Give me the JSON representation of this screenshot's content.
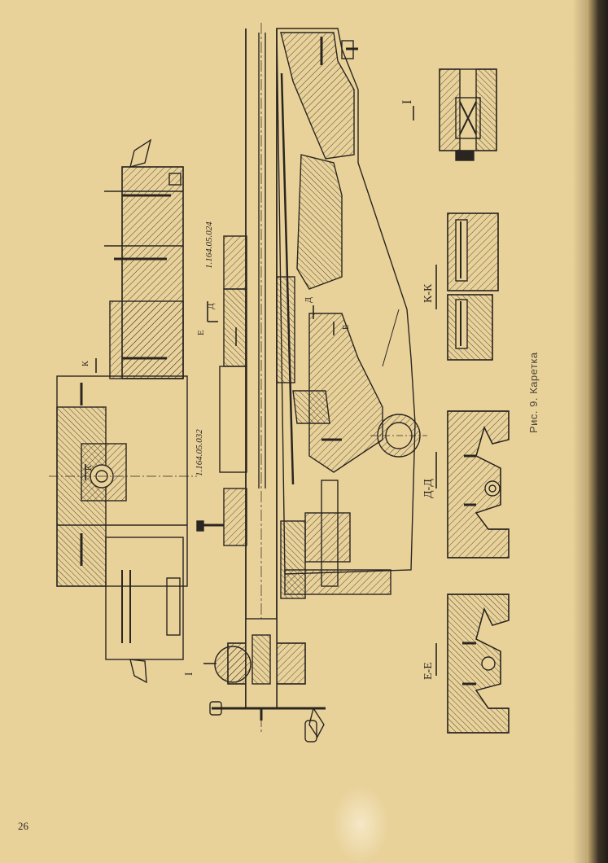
{
  "figure": {
    "caption": "Рис. 9. Каретка",
    "page_number": "26"
  },
  "labels": {
    "detail_I": "I",
    "section_KK": "К-К",
    "section_DD": "Д-Д",
    "section_EE": "Е-Е",
    "part_ref_1": "1.164.05.024",
    "part_ref_2": "1.164.05.032",
    "cut_E_top": "Е",
    "cut_D_top": "Д",
    "cut_D_right": "Д",
    "cut_E_right": "Е",
    "cut_K_top": "К",
    "cut_K_left": "К",
    "callout_I": "I"
  },
  "colors": {
    "paper": "#e9d29a",
    "ink": "#2a2520"
  }
}
